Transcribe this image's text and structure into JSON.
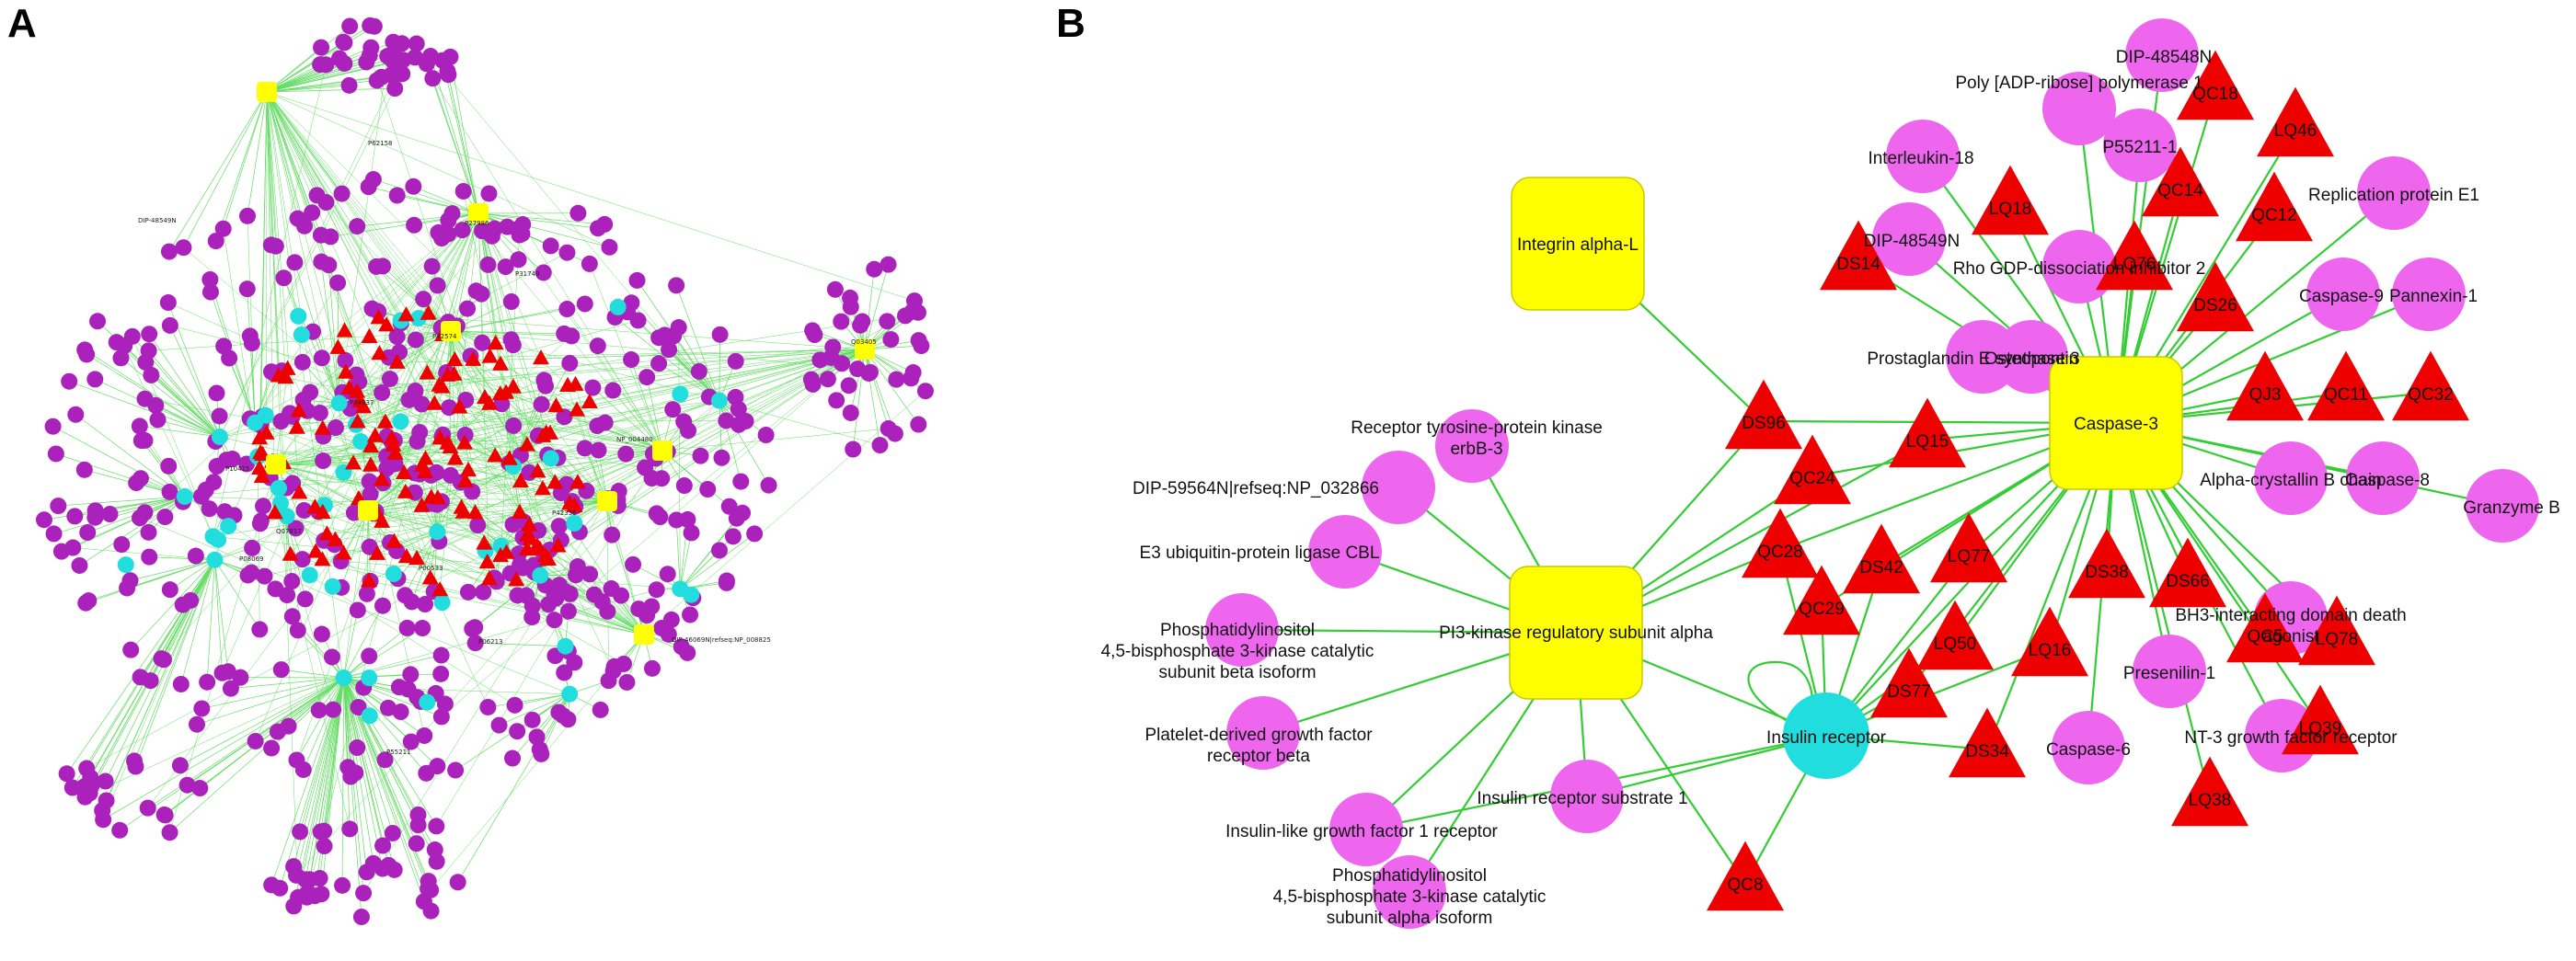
{
  "panels": [
    {
      "letter": "A"
    },
    {
      "letter": "B"
    }
  ],
  "colors": {
    "protein_node": "#aa22bb",
    "protein_node_b": "#ee66ee",
    "compound_triangle": "#ee0000",
    "hub_square": "#ffff00",
    "cyan_node": "#22dddd",
    "edge": "#33cc33",
    "edge_a": "#66dd66"
  },
  "panel_a": {
    "labels": [
      {
        "text": "P62158"
      },
      {
        "text": "Q03405"
      },
      {
        "text": "NP_004480"
      },
      {
        "text": "DIP-46069N|refseq:NP_008825"
      },
      {
        "text": "P27986"
      },
      {
        "text": "P42574"
      },
      {
        "text": "P10415"
      },
      {
        "text": "P00533"
      },
      {
        "text": "P04637"
      },
      {
        "text": "Q07817"
      },
      {
        "text": "P31749"
      },
      {
        "text": "P06213"
      },
      {
        "text": "P42336"
      },
      {
        "text": "P08069"
      },
      {
        "text": "P55211"
      },
      {
        "text": "DIP-48549N"
      }
    ]
  },
  "panel_b": {
    "squares": [
      {
        "id": "integrin",
        "label": "Integrin alpha-L"
      },
      {
        "id": "pi3k",
        "label": "PI3-kinase regulatory subunit alpha"
      },
      {
        "id": "casp3",
        "label": "Caspase-3"
      }
    ],
    "cyan": [
      {
        "id": "insr",
        "label": "Insulin receptor"
      }
    ],
    "proteins": [
      {
        "id": "erbb3",
        "label": "Receptor tyrosine-protein kinase\nerbB-3"
      },
      {
        "id": "dip59564",
        "label": "DIP-59564N|refseq:NP_032866"
      },
      {
        "id": "cbl",
        "label": "E3 ubiquitin-protein ligase CBL"
      },
      {
        "id": "pik3cb",
        "label": "Phosphatidylinositol\n4,5-bisphosphate 3-kinase catalytic\nsubunit beta isoform"
      },
      {
        "id": "pdgfrb",
        "label": "Platelet-derived growth factor\nreceptor beta"
      },
      {
        "id": "igf1r",
        "label": "Insulin-like growth factor 1 receptor"
      },
      {
        "id": "irs1",
        "label": "Insulin receptor substrate 1"
      },
      {
        "id": "pik3ca",
        "label": "Phosphatidylinositol\n4,5-bisphosphate 3-kinase catalytic\nsubunit alpha isoform"
      },
      {
        "id": "parp",
        "label": "Poly [ADP-ribose] polymerase 1"
      },
      {
        "id": "dip48548",
        "label": "DIP-48548N"
      },
      {
        "id": "il18",
        "label": "Interleukin-18"
      },
      {
        "id": "p55211",
        "label": "P55211-1"
      },
      {
        "id": "dip48549",
        "label": "DIP-48549N"
      },
      {
        "id": "gdp",
        "label": "Rho GDP-dissociation inhibitor 2"
      },
      {
        "id": "rpe1",
        "label": "Replication protein E1"
      },
      {
        "id": "casp9",
        "label": "Caspase-9"
      },
      {
        "id": "panx1",
        "label": "Pannexin-1"
      },
      {
        "id": "ptges",
        "label": "Prostaglandin E synthase 3"
      },
      {
        "id": "spp1",
        "label": "Osteopontin"
      },
      {
        "id": "cryab",
        "label": "Alpha-crystallin B chain"
      },
      {
        "id": "casp8",
        "label": "Caspase-8"
      },
      {
        "id": "gzmb",
        "label": "Granzyme B"
      },
      {
        "id": "bid",
        "label": "BH3-interacting domain death\nagonist"
      },
      {
        "id": "psen1",
        "label": "Presenilin-1"
      },
      {
        "id": "casp6",
        "label": "Caspase-6"
      },
      {
        "id": "ntf3",
        "label": "NT-3 growth factor receptor"
      }
    ],
    "compounds": [
      {
        "id": "QC18",
        "label": "QC18"
      },
      {
        "id": "LQ46",
        "label": "LQ46"
      },
      {
        "id": "LQ18",
        "label": "LQ18"
      },
      {
        "id": "QC14",
        "label": "QC14"
      },
      {
        "id": "QC12",
        "label": "QC12"
      },
      {
        "id": "DS14",
        "label": "DS14"
      },
      {
        "id": "LQ76",
        "label": "LQ76"
      },
      {
        "id": "DS26",
        "label": "DS26"
      },
      {
        "id": "DS96",
        "label": "DS96"
      },
      {
        "id": "QJ3",
        "label": "QJ3"
      },
      {
        "id": "QC11",
        "label": "QC11"
      },
      {
        "id": "QC32",
        "label": "QC32"
      },
      {
        "id": "LQ15",
        "label": "LQ15"
      },
      {
        "id": "QC24",
        "label": "QC24"
      },
      {
        "id": "QC28",
        "label": "QC28"
      },
      {
        "id": "LQ77",
        "label": "LQ77"
      },
      {
        "id": "DS42",
        "label": "DS42"
      },
      {
        "id": "DS38",
        "label": "DS38"
      },
      {
        "id": "DS66",
        "label": "DS66"
      },
      {
        "id": "QC5",
        "label": "QC5"
      },
      {
        "id": "LQ78",
        "label": "LQ78"
      },
      {
        "id": "QC29",
        "label": "QC29"
      },
      {
        "id": "LQ50",
        "label": "LQ50"
      },
      {
        "id": "LQ16",
        "label": "LQ16"
      },
      {
        "id": "DS77",
        "label": "DS77"
      },
      {
        "id": "LQ39",
        "label": "LQ39"
      },
      {
        "id": "DS34",
        "label": "DS34"
      },
      {
        "id": "LQ38",
        "label": "LQ38"
      },
      {
        "id": "QC8",
        "label": "QC8"
      }
    ],
    "edges": [
      [
        "integrin",
        "DS96"
      ],
      [
        "erbb3",
        "pi3k"
      ],
      [
        "dip59564",
        "pi3k"
      ],
      [
        "cbl",
        "pi3k"
      ],
      [
        "pik3cb",
        "pi3k"
      ],
      [
        "pdgfrb",
        "pi3k"
      ],
      [
        "igf1r",
        "pi3k"
      ],
      [
        "igf1r",
        "insr"
      ],
      [
        "irs1",
        "pi3k"
      ],
      [
        "irs1",
        "insr"
      ],
      [
        "pik3ca",
        "pi3k"
      ],
      [
        "pi3k",
        "DS96"
      ],
      [
        "pi3k",
        "QC24"
      ],
      [
        "pi3k",
        "QC28"
      ],
      [
        "pi3k",
        "LQ15"
      ],
      [
        "pi3k",
        "insr"
      ],
      [
        "pi3k",
        "QC8"
      ],
      [
        "insr",
        "QC28"
      ],
      [
        "insr",
        "QC29"
      ],
      [
        "insr",
        "DS42"
      ],
      [
        "insr",
        "LQ50"
      ],
      [
        "insr",
        "DS77"
      ],
      [
        "insr",
        "DS34"
      ],
      [
        "insr",
        "LQ77"
      ],
      [
        "insr",
        "QC8"
      ],
      [
        "insr",
        "casp3"
      ],
      [
        "insr",
        "LQ16"
      ],
      [
        "casp3",
        "parp"
      ],
      [
        "casp3",
        "dip48548"
      ],
      [
        "casp3",
        "il18"
      ],
      [
        "casp3",
        "p55211"
      ],
      [
        "casp3",
        "dip48549"
      ],
      [
        "casp3",
        "gdp"
      ],
      [
        "casp3",
        "rpe1"
      ],
      [
        "casp3",
        "casp9"
      ],
      [
        "casp3",
        "panx1"
      ],
      [
        "casp3",
        "ptges"
      ],
      [
        "casp3",
        "spp1"
      ],
      [
        "casp3",
        "cryab"
      ],
      [
        "casp3",
        "casp8"
      ],
      [
        "casp3",
        "gzmb"
      ],
      [
        "casp3",
        "bid"
      ],
      [
        "casp3",
        "psen1"
      ],
      [
        "casp3",
        "casp6"
      ],
      [
        "casp3",
        "ntf3"
      ],
      [
        "casp3",
        "QC18"
      ],
      [
        "casp3",
        "LQ46"
      ],
      [
        "casp3",
        "LQ18"
      ],
      [
        "casp3",
        "QC14"
      ],
      [
        "casp3",
        "QC12"
      ],
      [
        "casp3",
        "DS14"
      ],
      [
        "casp3",
        "LQ76"
      ],
      [
        "casp3",
        "DS26"
      ],
      [
        "casp3",
        "DS96"
      ],
      [
        "casp3",
        "QJ3"
      ],
      [
        "casp3",
        "QC11"
      ],
      [
        "casp3",
        "QC32"
      ],
      [
        "casp3",
        "LQ15"
      ],
      [
        "casp3",
        "QC24"
      ],
      [
        "casp3",
        "QC28"
      ],
      [
        "casp3",
        "LQ77"
      ],
      [
        "casp3",
        "DS42"
      ],
      [
        "casp3",
        "DS38"
      ],
      [
        "casp3",
        "DS66"
      ],
      [
        "casp3",
        "QC5"
      ],
      [
        "casp3",
        "LQ78"
      ],
      [
        "casp3",
        "QC29"
      ],
      [
        "casp3",
        "LQ50"
      ],
      [
        "casp3",
        "LQ16"
      ],
      [
        "casp3",
        "DS77"
      ],
      [
        "casp3",
        "LQ39"
      ],
      [
        "casp3",
        "DS34"
      ],
      [
        "casp3",
        "LQ38"
      ]
    ]
  }
}
